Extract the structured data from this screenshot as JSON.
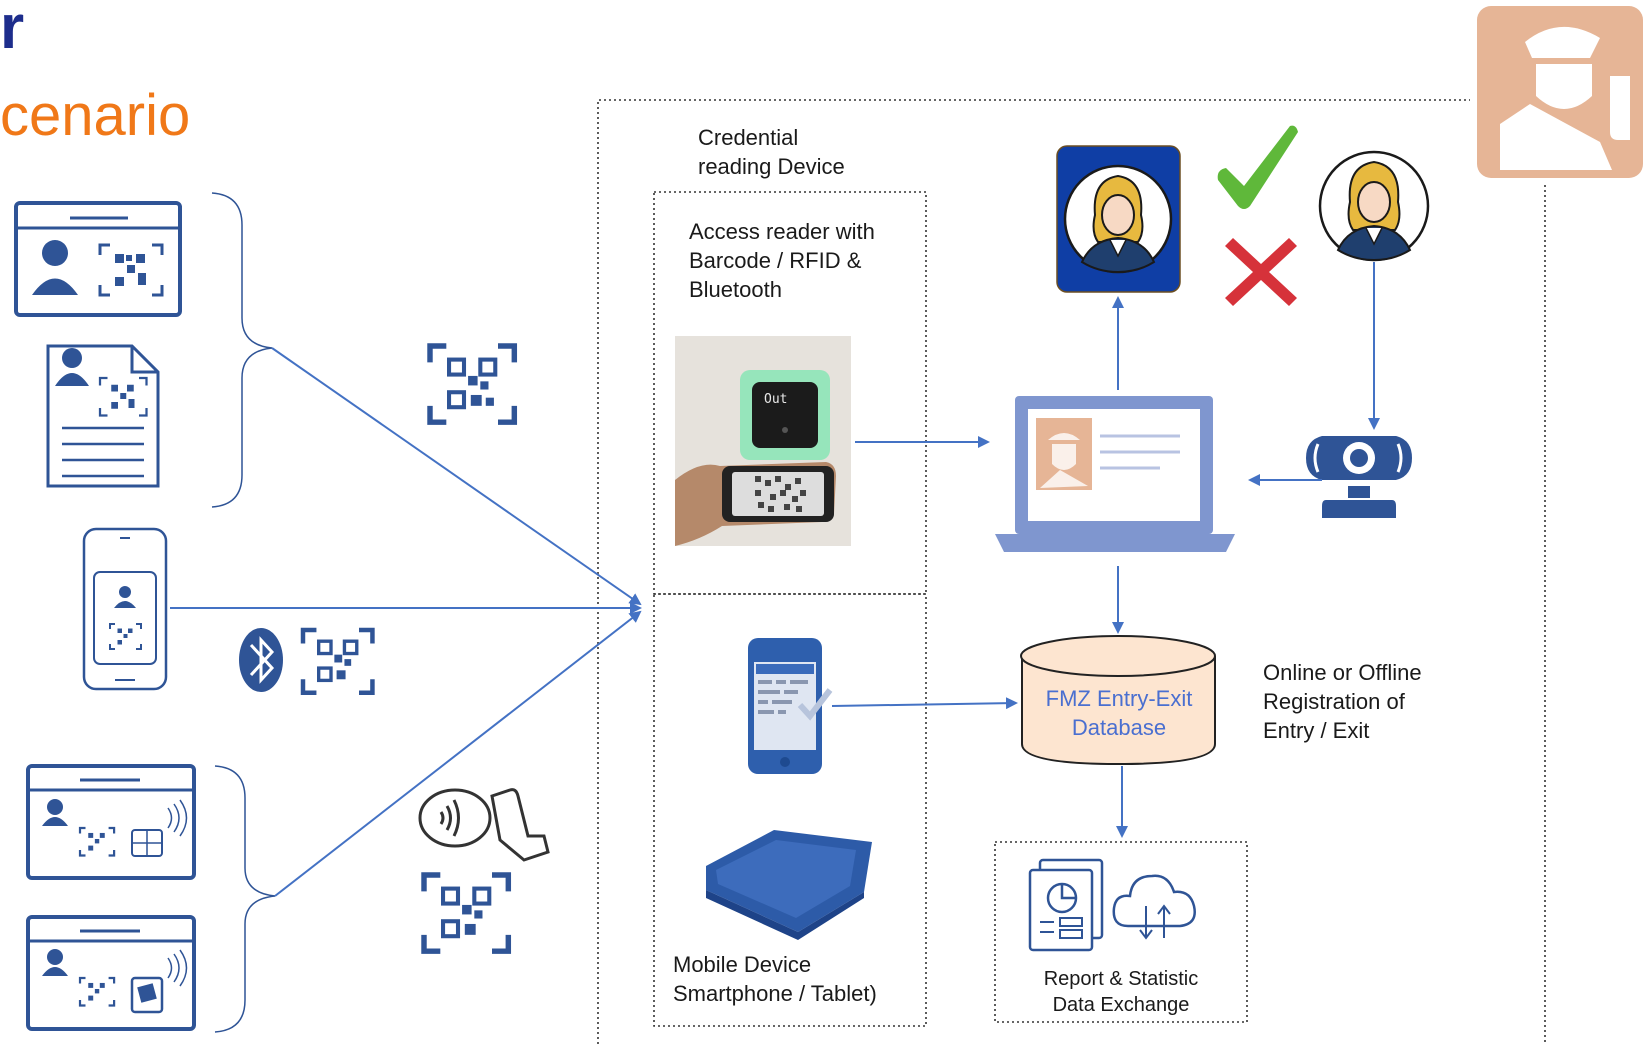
{
  "header": {
    "title_fragment": "r",
    "subtitle_fragment": "cenario"
  },
  "labels": {
    "credential_reading_device": [
      "Credential",
      "reading Device"
    ],
    "access_reader": [
      "Access reader with",
      "Barcode / RFID &",
      "Bluetooth"
    ],
    "mobile_device": [
      "Mobile Device",
      "Smartphone / Tablet)"
    ],
    "database": [
      "FMZ Entry-Exit",
      "Database"
    ],
    "registration": [
      "Online or Offline",
      "Registration of",
      "Entry / Exit"
    ],
    "report": [
      "Report & Statistic",
      "Data Exchange"
    ],
    "reader_screen": "Out"
  },
  "colors": {
    "title_blue": "#1d2d8c",
    "title_orange": "#f07818",
    "line_blue": "#4472c4",
    "icon_blue": "#2f5496",
    "laptop_blue": "#7f96cf",
    "officer_peach": "#e6b596",
    "db_fill": "#fde5d0",
    "check_green": "#5fb83a",
    "cross_red": "#d6323a"
  }
}
